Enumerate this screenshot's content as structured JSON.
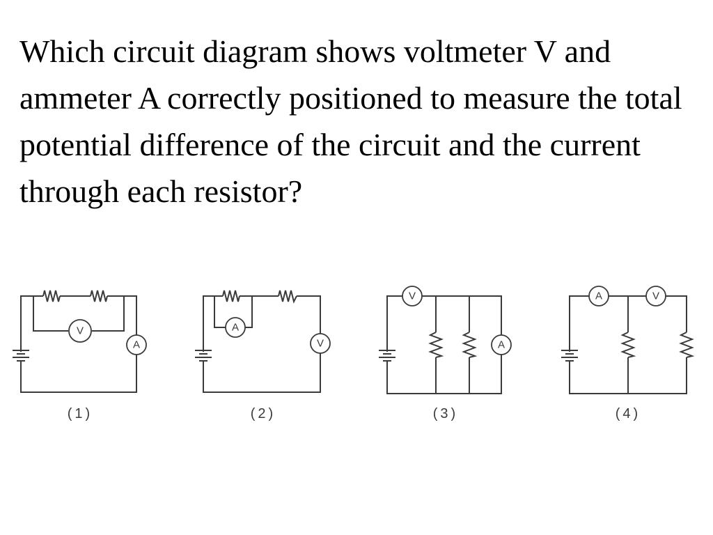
{
  "question": "Which circuit diagram shows voltmeter V and ammeter A correctly positioned to measure the total potential difference of the circuit and the current through each resistor?",
  "meters": {
    "voltmeter": "V",
    "ammeter": "A"
  },
  "circuits": [
    {
      "label": "(1)"
    },
    {
      "label": "(2)"
    },
    {
      "label": "(3)"
    },
    {
      "label": "(4)"
    }
  ]
}
